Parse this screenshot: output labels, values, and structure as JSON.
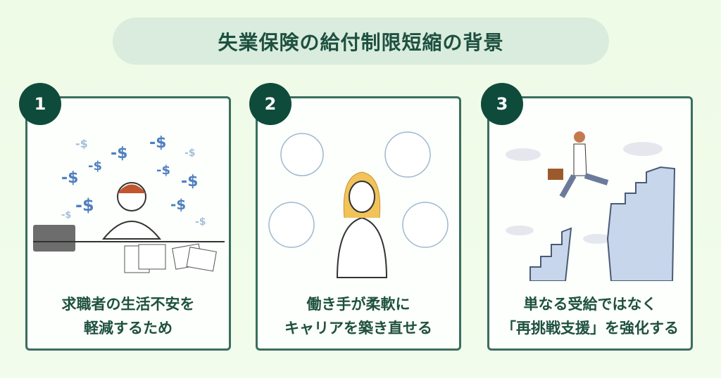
{
  "title": "失業保険の給付制限短縮の背景",
  "cards": [
    {
      "number": "1",
      "line1": "求職者の生活不安を",
      "line2": "軽減するため"
    },
    {
      "number": "2",
      "line1": "働き手が柔軟に",
      "line2": "キャリアを築き直せる"
    },
    {
      "number": "3",
      "line1": "単なる受給ではなく",
      "line2": "「再挑戦支援」を強化する"
    }
  ],
  "dollar_sign": "-$"
}
